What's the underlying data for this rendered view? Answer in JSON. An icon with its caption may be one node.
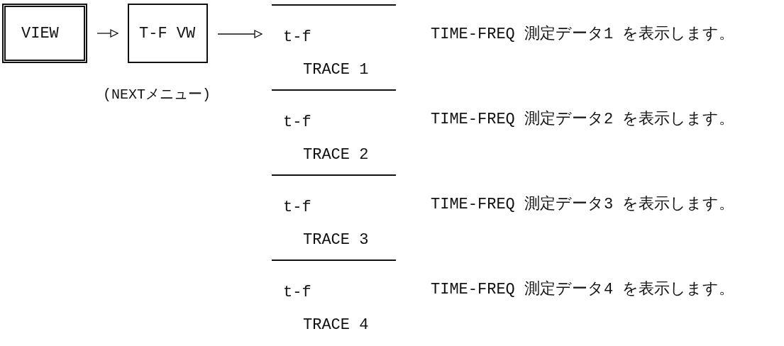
{
  "diagram": {
    "nodes": [
      {
        "text": [
          "VIEW"
        ]
      },
      {
        "text": [
          "T-F VW"
        ],
        "beside": [
          "(NEXTメニュー)"
        ]
      },
      {
        "text": [
          "t-f TRACE 1"
        ],
        "beside": [
          "TIME-FREQ 測定データ1 を表示します。"
        ]
      },
      {
        "text": [
          "t-f TRACE 2"
        ],
        "beside": [
          "TIME-FREQ 測定データ2 を表示します。"
        ]
      },
      {
        "text": [
          "t-f TRACE 3"
        ],
        "beside": [
          "TIME-FREQ 測定データ3 を表示します。"
        ]
      },
      {
        "text": [
          "t-f TRACE 4"
        ],
        "beside": [
          "TIME-FREQ 測定データ4 を表示します。"
        ]
      }
    ],
    "edges": [
      {
        "from": 0,
        "to": 1,
        "arrow": "to"
      },
      {
        "from": 1,
        "to": 2,
        "arrow": "to"
      }
    ]
  }
}
